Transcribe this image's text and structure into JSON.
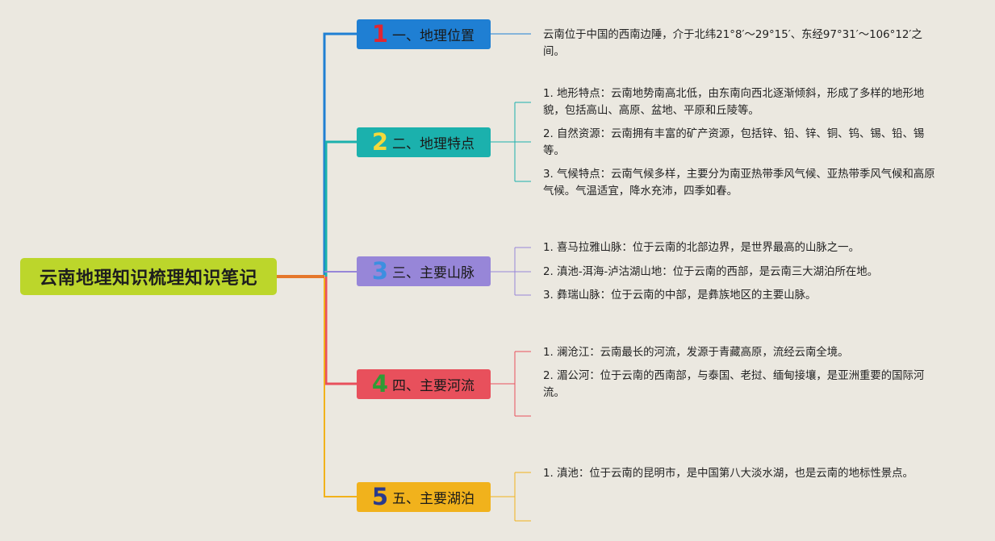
{
  "root": {
    "title": "云南地理知识梳理知识笔记"
  },
  "colors": {
    "background": "#ebe8e0",
    "root": "#bcd62b",
    "root_connector": "#e5772b"
  },
  "branches": [
    {
      "number": "1",
      "label": "一、地理位置",
      "color": "#1f7fd3",
      "number_color": "#e02632",
      "leaves": [
        "云南位于中国的西南边陲，介于北纬21°8′～29°15′、东经97°31′～106°12′之间。"
      ]
    },
    {
      "number": "2",
      "label": "二、地理特点",
      "color": "#1bb1ad",
      "number_color": "#f4d93b",
      "leaves": [
        "1. 地形特点：云南地势南高北低，由东南向西北逐渐倾斜，形成了多样的地形地貌，包括高山、高原、盆地、平原和丘陵等。",
        "2. 自然资源：云南拥有丰富的矿产资源，包括锌、铅、锌、铜、钨、锡、铅、锡等。",
        "3. 气候特点：云南气候多样，主要分为南亚热带季风气候、亚热带季风气候和高原气候。气温适宜，降水充沛，四季如春。"
      ]
    },
    {
      "number": "3",
      "label": "三、主要山脉",
      "color": "#9786d8",
      "number_color": "#3d8fe0",
      "leaves": [
        "1. 喜马拉雅山脉：位于云南的北部边界，是世界最高的山脉之一。",
        "2. 滇池-洱海-泸沽湖山地：位于云南的西部，是云南三大湖泊所在地。",
        "3. 彝瑞山脉：位于云南的中部，是彝族地区的主要山脉。"
      ]
    },
    {
      "number": "4",
      "label": "四、主要河流",
      "color": "#e8505c",
      "number_color": "#2f9b35",
      "leaves": [
        "1. 澜沧江：云南最长的河流，发源于青藏高原，流经云南全境。",
        "2. 湄公河：位于云南的西南部，与泰国、老挝、缅甸接壤，是亚洲重要的国际河流。"
      ]
    },
    {
      "number": "5",
      "label": "五、主要湖泊",
      "color": "#f1b21c",
      "number_color": "#2a3a8c",
      "leaves": [
        "1. 滇池：位于云南的昆明市，是中国第八大淡水湖，也是云南的地标性景点。"
      ]
    }
  ]
}
